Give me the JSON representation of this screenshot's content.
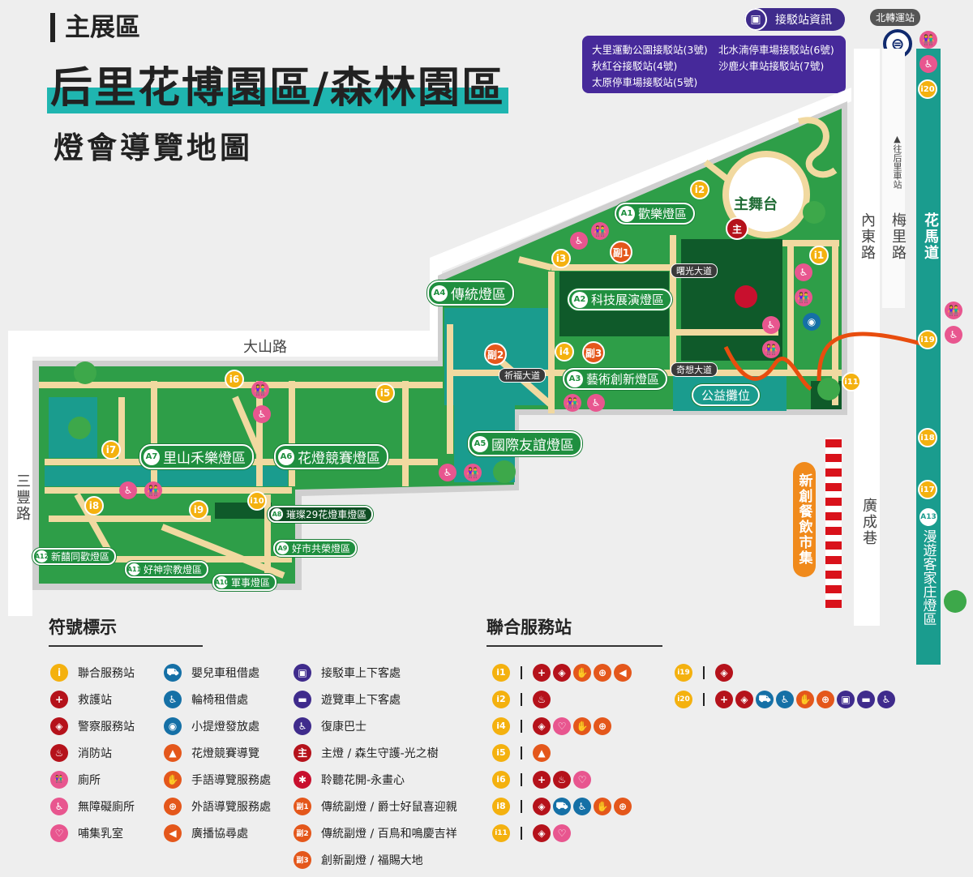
{
  "header": {
    "section": "主展區",
    "title": "后里花博園區/森林園區",
    "subtitle": "燈會導覽地圖"
  },
  "shuttle": {
    "button_label": "接駁站資訊",
    "icon": "bus-icon",
    "stations": [
      "大里運動公園接駁站(3號)",
      "北水湳停車場接駁站(6號)",
      "秋紅谷接駁站(4號)",
      "沙鹿火車站接駁站(7號)",
      "太原停車場接駁站(5號)"
    ]
  },
  "transit": {
    "station": "北轉運站",
    "icon": "railway-logo-icon"
  },
  "roads": {
    "dashan": "大山路",
    "sanfeng": "三豐路",
    "neidong": "內東路",
    "meili": "梅里路",
    "huama": "花馬道",
    "guangcheng": "廣成巷",
    "to_station": "▲往后里車站",
    "shuguang": "曙光大道",
    "qixiang": "奇想大道",
    "qifu": "祈福大道"
  },
  "map": {
    "zones": [
      {
        "code": "A1",
        "name": "歡樂燈區"
      },
      {
        "code": "A2",
        "name": "科技展演燈區"
      },
      {
        "code": "A3",
        "name": "藝術創新燈區"
      },
      {
        "code": "A4",
        "name": "傳統燈區"
      },
      {
        "code": "A5",
        "name": "國際友誼燈區"
      },
      {
        "code": "A6",
        "name": "花燈競賽燈區"
      },
      {
        "code": "A7",
        "name": "里山禾樂燈區"
      },
      {
        "code": "A8",
        "name": "璀璨29花燈車燈區"
      },
      {
        "code": "A9",
        "name": "好市共榮燈區"
      },
      {
        "code": "A10",
        "name": "軍事燈區"
      },
      {
        "code": "A11",
        "name": "好神宗教燈區"
      },
      {
        "code": "A12",
        "name": "新囍同歡燈區"
      },
      {
        "code": "A13",
        "name": "漫遊客家庄燈區"
      }
    ],
    "main_stage": "主舞台",
    "charity": "公益攤位",
    "market": "新創餐飲市集",
    "main_lamp": "主",
    "sub_lamps": [
      "副1",
      "副2",
      "副3"
    ],
    "info_points": [
      "i1",
      "i2",
      "i3",
      "i4",
      "i5",
      "i6",
      "i7",
      "i8",
      "i9",
      "i10",
      "i11",
      "i17",
      "i18",
      "i19",
      "i20"
    ]
  },
  "legend": {
    "title": "符號標示",
    "items": [
      {
        "label": "聯合服務站",
        "icon": "info-icon",
        "color": "#f4b10f",
        "glyph": "i"
      },
      {
        "label": "救護站",
        "icon": "first-aid-icon",
        "color": "#b5121b",
        "glyph": "+"
      },
      {
        "label": "警察服務站",
        "icon": "police-icon",
        "color": "#b5121b",
        "glyph": "◈"
      },
      {
        "label": "消防站",
        "icon": "fire-extinguisher-icon",
        "color": "#b5121b",
        "glyph": "♨"
      },
      {
        "label": "廁所",
        "icon": "restroom-icon",
        "color": "#e8568f",
        "glyph": "👫"
      },
      {
        "label": "無障礙廁所",
        "icon": "accessible-toilet-icon",
        "color": "#e8568f",
        "glyph": "♿"
      },
      {
        "label": "哺集乳室",
        "icon": "nursing-room-icon",
        "color": "#e8568f",
        "glyph": "♡"
      },
      {
        "label": "嬰兒車租借處",
        "icon": "stroller-icon",
        "color": "#1570a6",
        "glyph": "⛟"
      },
      {
        "label": "輪椅租借處",
        "icon": "wheelchair-icon",
        "color": "#1570a6",
        "glyph": "♿"
      },
      {
        "label": "小提燈發放處",
        "icon": "lantern-icon",
        "color": "#1570a6",
        "glyph": "◉"
      },
      {
        "label": "花燈競賽導覽",
        "icon": "navigation-arrow-icon",
        "color": "#e4571b",
        "glyph": "▲"
      },
      {
        "label": "手語導覽服務處",
        "icon": "sign-language-icon",
        "color": "#e4571b",
        "glyph": "✋"
      },
      {
        "label": "外語導覽服務處",
        "icon": "globe-icon",
        "color": "#e4571b",
        "glyph": "⊕"
      },
      {
        "label": "廣播協尋處",
        "icon": "megaphone-icon",
        "color": "#e4571b",
        "glyph": "◀"
      },
      {
        "label": "接駁車上下客處",
        "icon": "shuttle-bus-icon",
        "color": "#3f2b8c",
        "glyph": "▣"
      },
      {
        "label": "遊覽車上下客處",
        "icon": "tour-bus-icon",
        "color": "#3f2b8c",
        "glyph": "▬"
      },
      {
        "label": "復康巴士",
        "icon": "accessible-bus-icon",
        "color": "#3f2b8c",
        "glyph": "♿"
      },
      {
        "label": "主燈 / 森生守護-光之樹",
        "icon": "main-lamp-icon",
        "color": "#b5121b",
        "glyph": "主"
      },
      {
        "label": "聆聽花開-永畫心",
        "icon": "lattice-flower-icon",
        "color": "#c8102e",
        "glyph": "✱"
      },
      {
        "label": "傳統副燈 / 爵士好鼠喜迎親",
        "icon": "sub-lamp-1-icon",
        "color": "#e4571b",
        "glyph": "副1"
      },
      {
        "label": "傳統副燈 / 百鳥和鳴慶吉祥",
        "icon": "sub-lamp-2-icon",
        "color": "#e4571b",
        "glyph": "副2"
      },
      {
        "label": "創新副燈 / 福賜大地",
        "icon": "sub-lamp-3-icon",
        "color": "#e4571b",
        "glyph": "副3"
      }
    ]
  },
  "services": {
    "title": "聯合服務站",
    "stations": [
      {
        "id": "i1",
        "services": [
          "first-aid",
          "police",
          "sign-language",
          "foreign-language",
          "broadcast"
        ]
      },
      {
        "id": "i2",
        "services": [
          "fire-station"
        ]
      },
      {
        "id": "i4",
        "services": [
          "police",
          "nursing-room",
          "sign-language",
          "foreign-language"
        ]
      },
      {
        "id": "i5",
        "services": [
          "lantern-contest-guide"
        ]
      },
      {
        "id": "i6",
        "services": [
          "first-aid",
          "fire-station",
          "nursing-room"
        ]
      },
      {
        "id": "i8",
        "services": [
          "police",
          "stroller",
          "wheelchair",
          "sign-language",
          "foreign-language"
        ]
      },
      {
        "id": "i11",
        "services": [
          "police",
          "nursing-room"
        ]
      },
      {
        "id": "i19",
        "services": [
          "police"
        ]
      },
      {
        "id": "i20",
        "services": [
          "first-aid",
          "police",
          "stroller",
          "wheelchair",
          "sign-language",
          "foreign-language",
          "shuttle-bus",
          "tour-bus",
          "accessible-bus"
        ]
      }
    ]
  },
  "colors": {
    "park_green": "#2e9e48",
    "dark_green": "#0f5a2a",
    "teal": "#1a9c8e",
    "path": "#f1d9a0",
    "purple": "#46299a",
    "orange": "#e4571b",
    "info_yellow": "#f4b10f"
  }
}
